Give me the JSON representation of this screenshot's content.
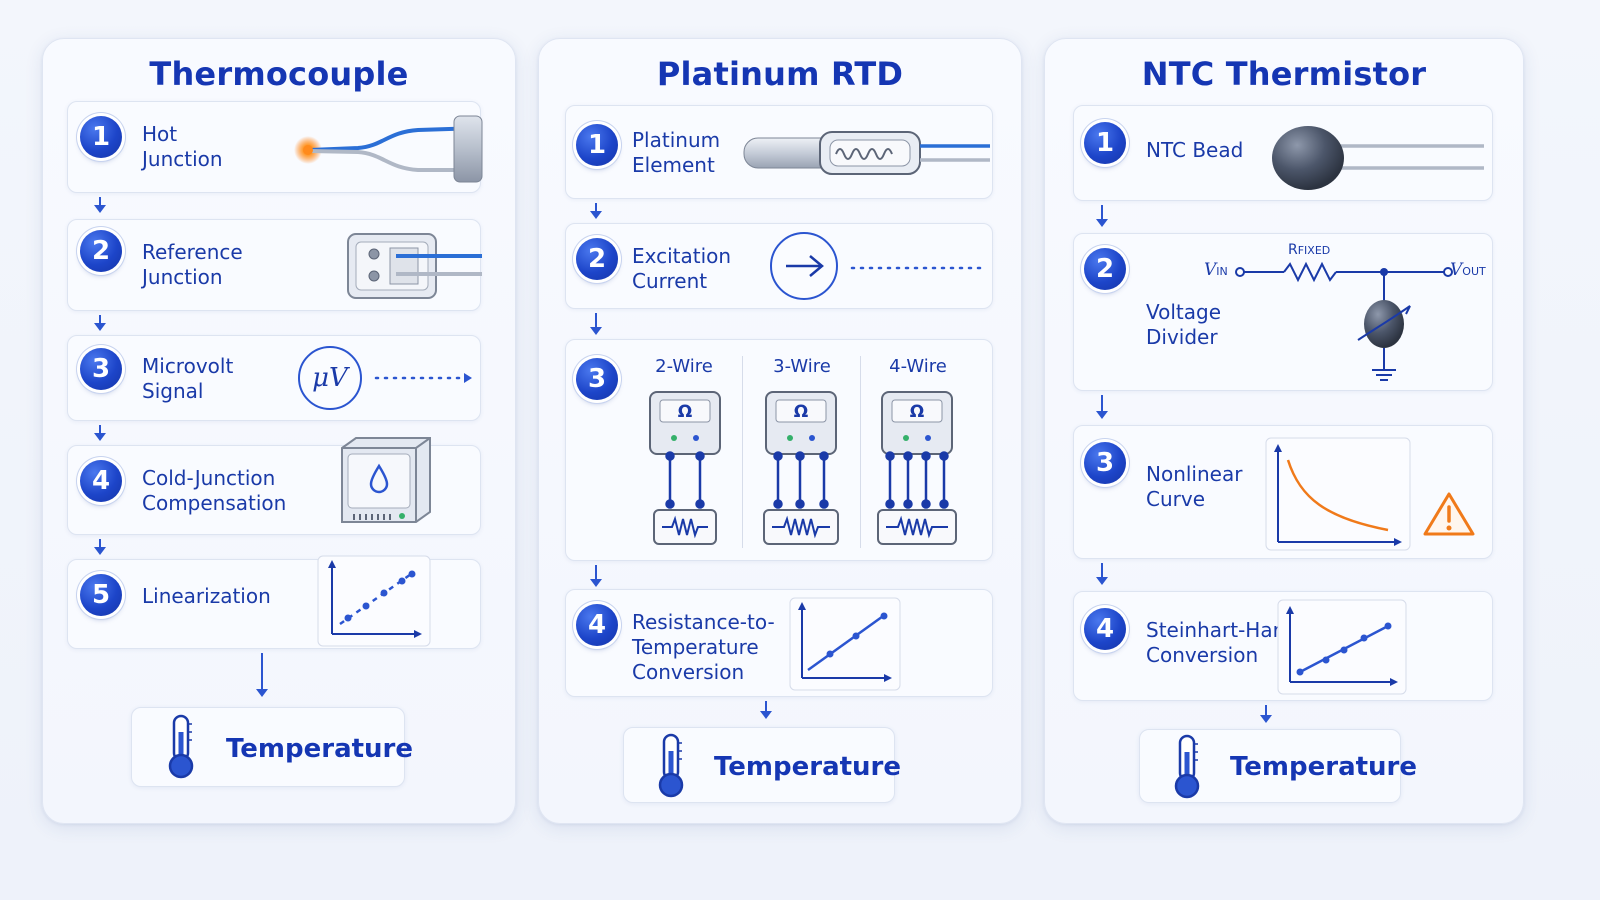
{
  "thermocouple": {
    "title": "Thermocouple",
    "steps": [
      {
        "num": "1",
        "label": "Hot\nJunction"
      },
      {
        "num": "2",
        "label": "Reference\nJunction"
      },
      {
        "num": "3",
        "label": "Microvolt\nSignal"
      },
      {
        "num": "4",
        "label": "Cold-Junction\nCompensation"
      },
      {
        "num": "5",
        "label": "Linearization"
      }
    ],
    "microvolt_symbol": "μV",
    "output": "Temperature"
  },
  "rtd": {
    "title": "Platinum RTD",
    "steps": [
      {
        "num": "1",
        "label": "Platinum\nElement"
      },
      {
        "num": "2",
        "label": "Excitation\nCurrent"
      },
      {
        "num": "3",
        "label": ""
      },
      {
        "num": "4",
        "label": "Resistance-to-\nTemperature\nConversion"
      }
    ],
    "wire_configs": [
      "2-Wire",
      "3-Wire",
      "4-Wire"
    ],
    "ohm_symbol": "Ω",
    "output": "Temperature"
  },
  "ntc": {
    "title": "NTC Thermistor",
    "steps": [
      {
        "num": "1",
        "label": "NTC Bead"
      },
      {
        "num": "2",
        "label": "Voltage\nDivider"
      },
      {
        "num": "3",
        "label": "Nonlinear\nCurve"
      },
      {
        "num": "4",
        "label": "Steinhart-Hart\nConversion"
      }
    ],
    "circuit": {
      "vin_main": "V",
      "vin_sub": "IN",
      "rfixed_main": "R",
      "rfixed_sub": "FIXED",
      "vout_main": "V",
      "vout_sub": "OUT"
    },
    "output": "Temperature"
  },
  "colors": {
    "primary": "#1536b3",
    "accent_orange": "#f07a1a",
    "wire_blue": "#2b6fd6"
  }
}
